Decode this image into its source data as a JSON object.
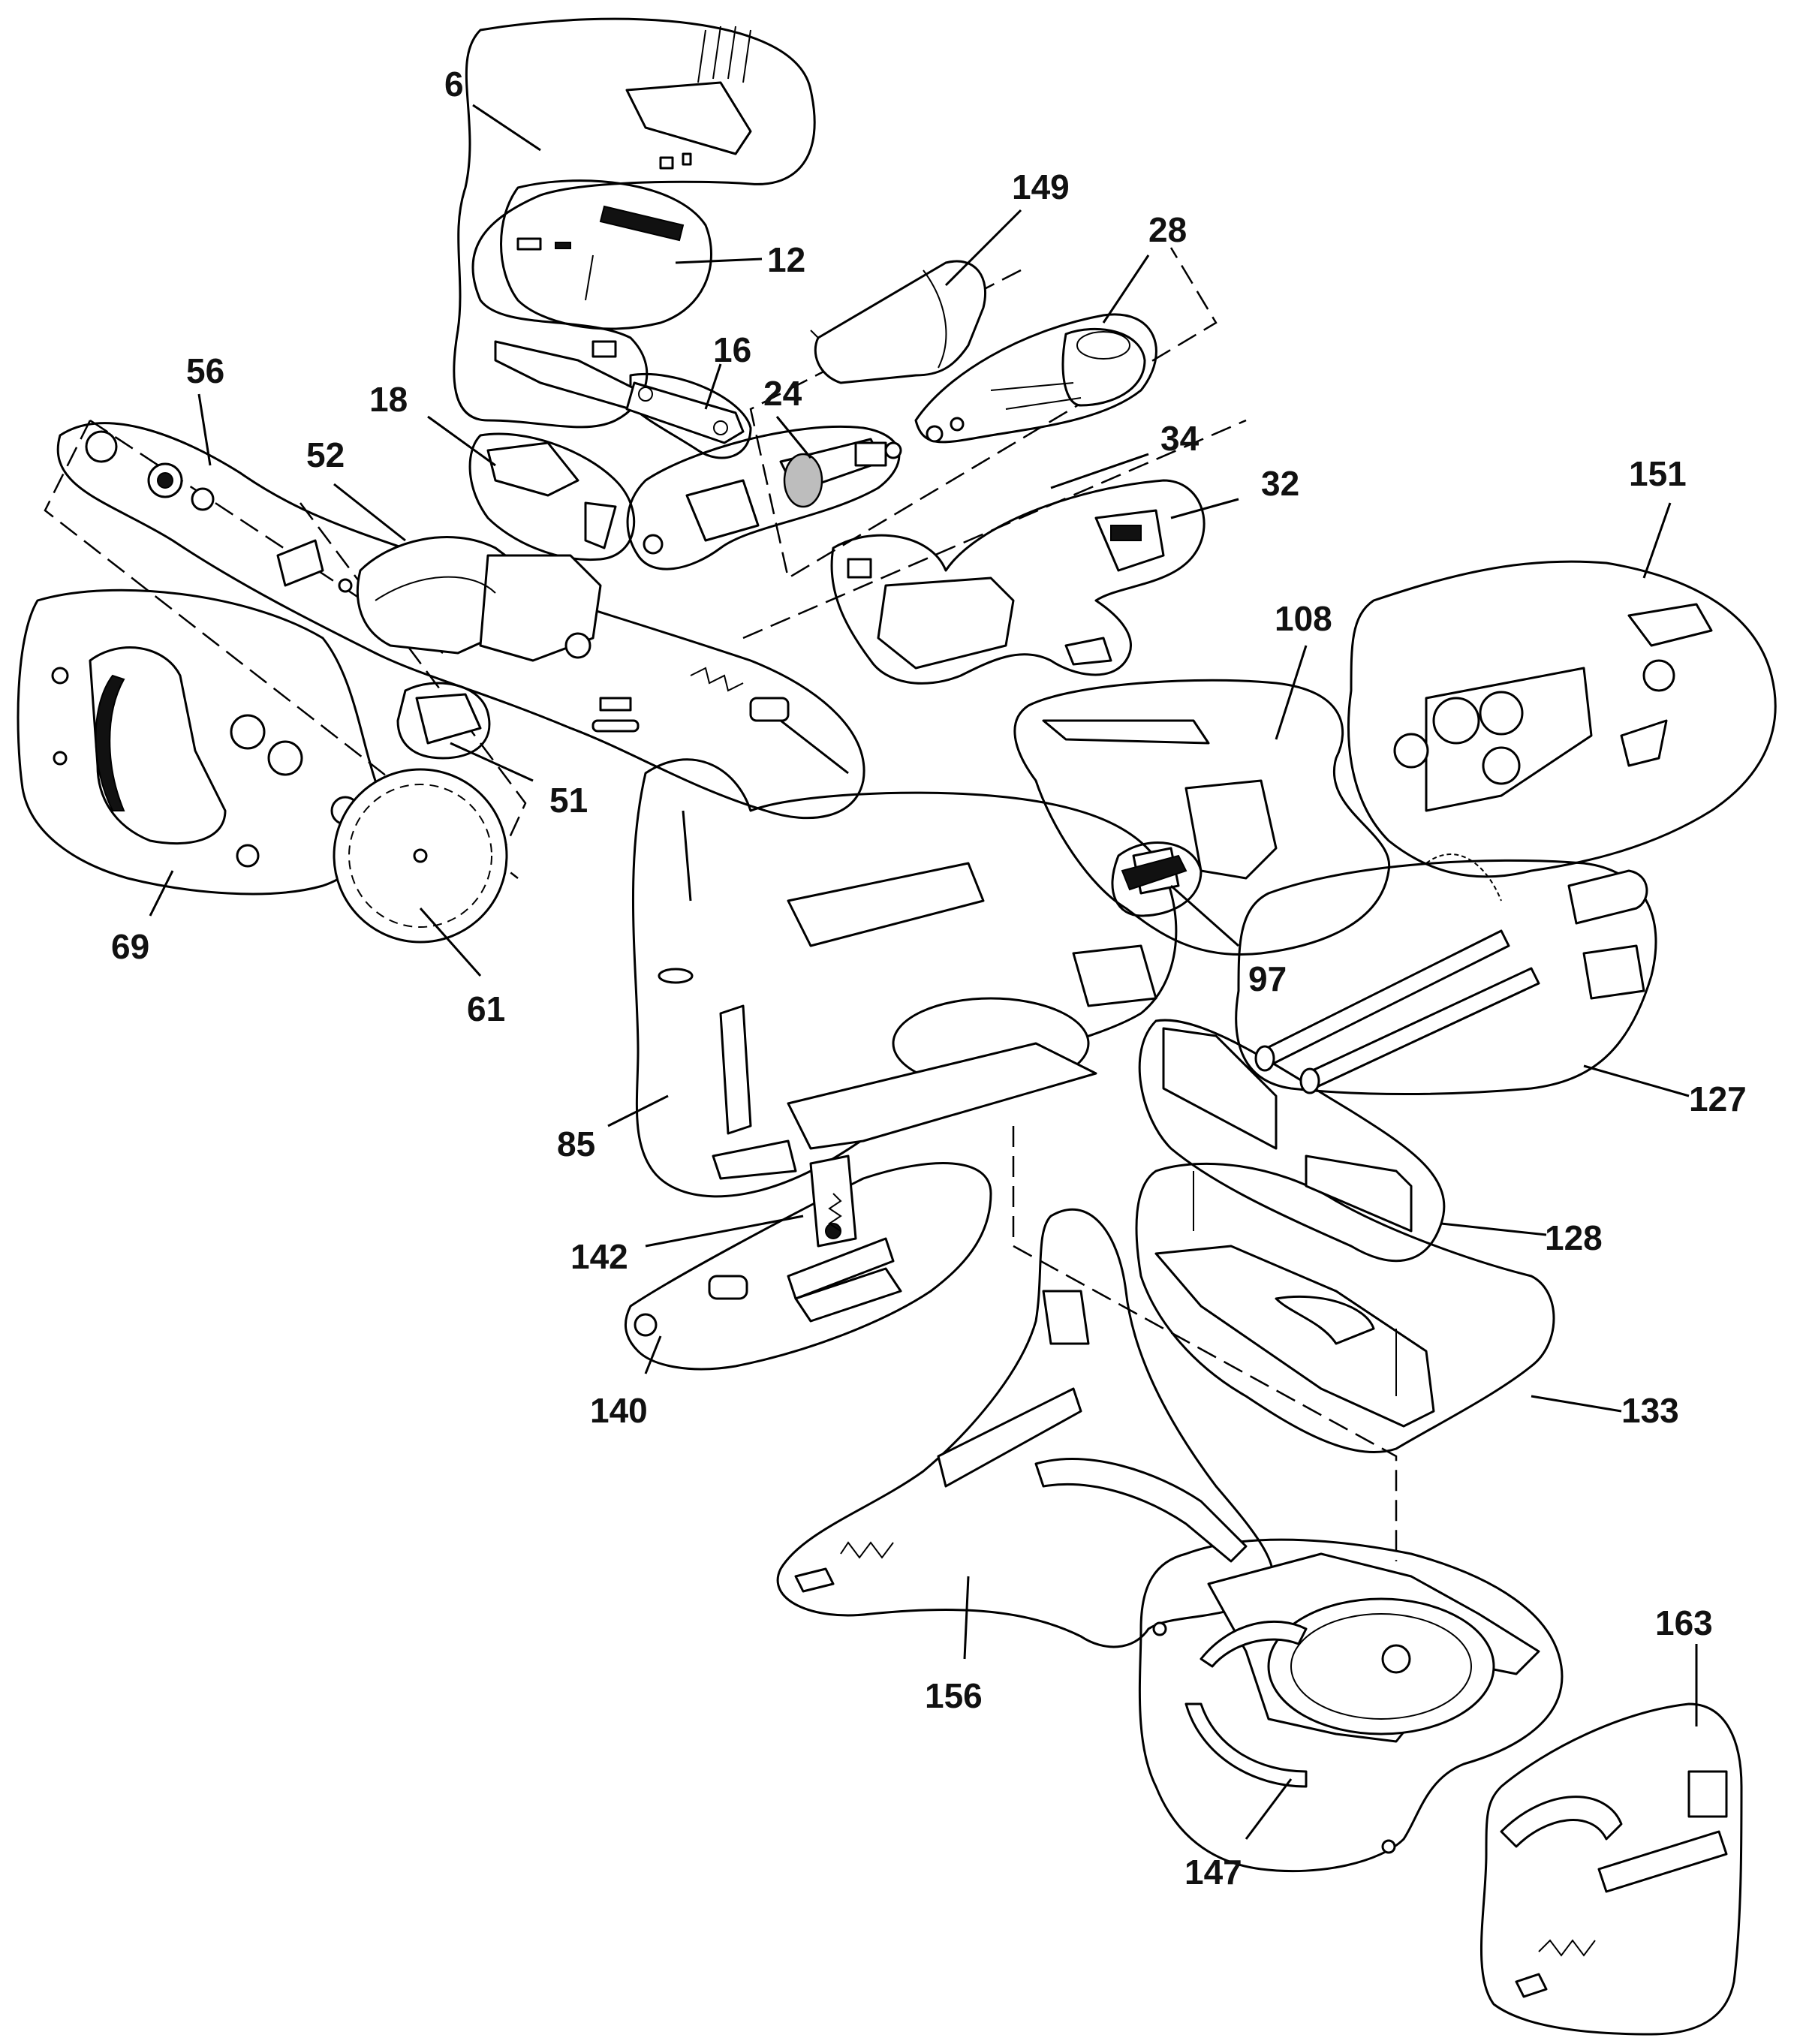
{
  "callouts": {
    "c6": "6",
    "c12": "12",
    "c149": "149",
    "c28": "28",
    "c16": "16",
    "c56": "56",
    "c18": "18",
    "c24": "24",
    "c52": "52",
    "c34": "34",
    "c32": "32",
    "c151": "151",
    "c108": "108",
    "c51": "51",
    "c69": "69",
    "c61": "61",
    "c97": "97",
    "c127": "127",
    "c85": "85",
    "c128": "128",
    "c142": "142",
    "c140": "140",
    "c133": "133",
    "c156": "156",
    "c163": "163",
    "c147": "147"
  }
}
